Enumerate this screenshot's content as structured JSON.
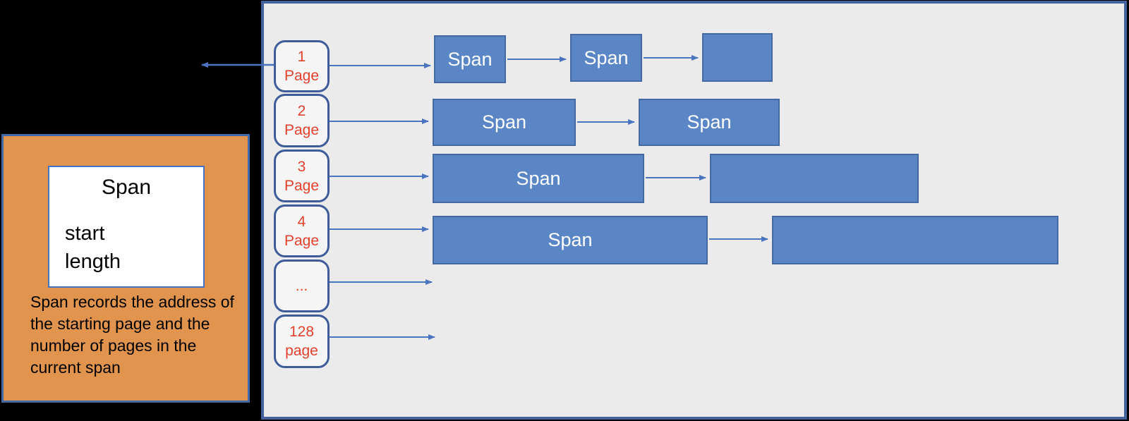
{
  "colors": {
    "background": "#000000",
    "panel_fill": "#ebebeb",
    "panel_border": "#44629e",
    "span_fill": "#5b86c5",
    "span_border": "#4569a2",
    "bucket_fill": "#f5f5f5",
    "bucket_border": "#3d5c99",
    "bucket_text": "#e5402c",
    "arrow": "#4a74c0",
    "note_fill": "#e0944e",
    "note_border": "#4169a8",
    "struct_fill": "#ffffff",
    "text": "#000000",
    "span_text": "#ffffff"
  },
  "note": {
    "struct_title": "Span",
    "fields": [
      "start",
      "length"
    ],
    "caption": "Span records the address of the starting page and the number of pages in the current span"
  },
  "freelist": {
    "rows": [
      {
        "bucket": {
          "line1": "1",
          "line2": "Page"
        },
        "spans": [
          "Span",
          "Span",
          ""
        ]
      },
      {
        "bucket": {
          "line1": "2",
          "line2": "Page"
        },
        "spans": [
          "Span",
          "Span"
        ]
      },
      {
        "bucket": {
          "line1": "3",
          "line2": "Page"
        },
        "spans": [
          "Span",
          ""
        ]
      },
      {
        "bucket": {
          "line1": "4",
          "line2": "Page"
        },
        "spans": [
          "Span",
          ""
        ]
      },
      {
        "bucket": {
          "line1": "...",
          "line2": ""
        },
        "spans": []
      },
      {
        "bucket": {
          "line1": "128",
          "line2": "page"
        },
        "spans": []
      }
    ]
  }
}
